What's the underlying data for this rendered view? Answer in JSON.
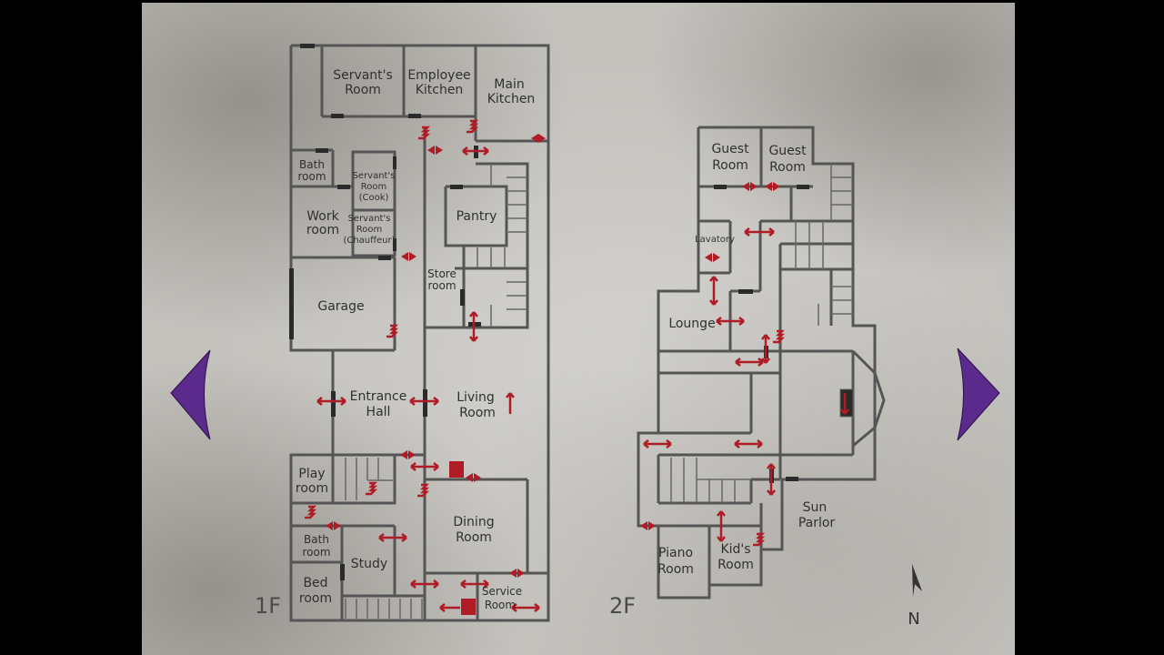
{
  "floor_1": {
    "label": "1F",
    "rooms": {
      "servants_room": [
        "Servant's",
        "Room"
      ],
      "employee_kitchen": [
        "Employee",
        "Kitchen"
      ],
      "main_kitchen": [
        "Main",
        "Kitchen"
      ],
      "bathroom_top": [
        "Bath",
        "room"
      ],
      "servants_room_cook": [
        "Servant's",
        "Room",
        "(Cook)"
      ],
      "work_room": [
        "Work",
        "room"
      ],
      "servants_room_chauffeur": [
        "Servant's",
        "Room",
        "(Chauffeur)"
      ],
      "pantry": "Pantry",
      "store_room": [
        "Store",
        "room"
      ],
      "garage": "Garage",
      "entrance_hall": [
        "Entrance",
        "Hall"
      ],
      "living_room": [
        "Living",
        "Room"
      ],
      "play_room": [
        "Play",
        "room"
      ],
      "dining_room": [
        "Dining",
        "Room"
      ],
      "bathroom_bottom": [
        "Bath",
        "room"
      ],
      "study": "Study",
      "bedroom": [
        "Bed",
        "room"
      ],
      "service_room": [
        "Service",
        "Room"
      ]
    }
  },
  "floor_2": {
    "label": "2F",
    "rooms": {
      "guest_room_1": [
        "Guest",
        "Room"
      ],
      "guest_room_2": [
        "Guest",
        "Room"
      ],
      "lavatory": "Lavatory",
      "lounge": "Lounge",
      "sun_parlor": [
        "Sun",
        "Parlor"
      ],
      "piano_room": [
        "Piano",
        "Room"
      ],
      "kids_room": [
        "Kid's",
        "Room"
      ]
    }
  },
  "compass": {
    "label": "N"
  },
  "nav": {
    "prev_icon": "triangle-left-icon",
    "next_icon": "triangle-right-icon",
    "accent": "#5a2a8c"
  },
  "colors": {
    "door_marker": "#b01c25",
    "wall": "#555555",
    "paper": "#c4c2bd"
  }
}
